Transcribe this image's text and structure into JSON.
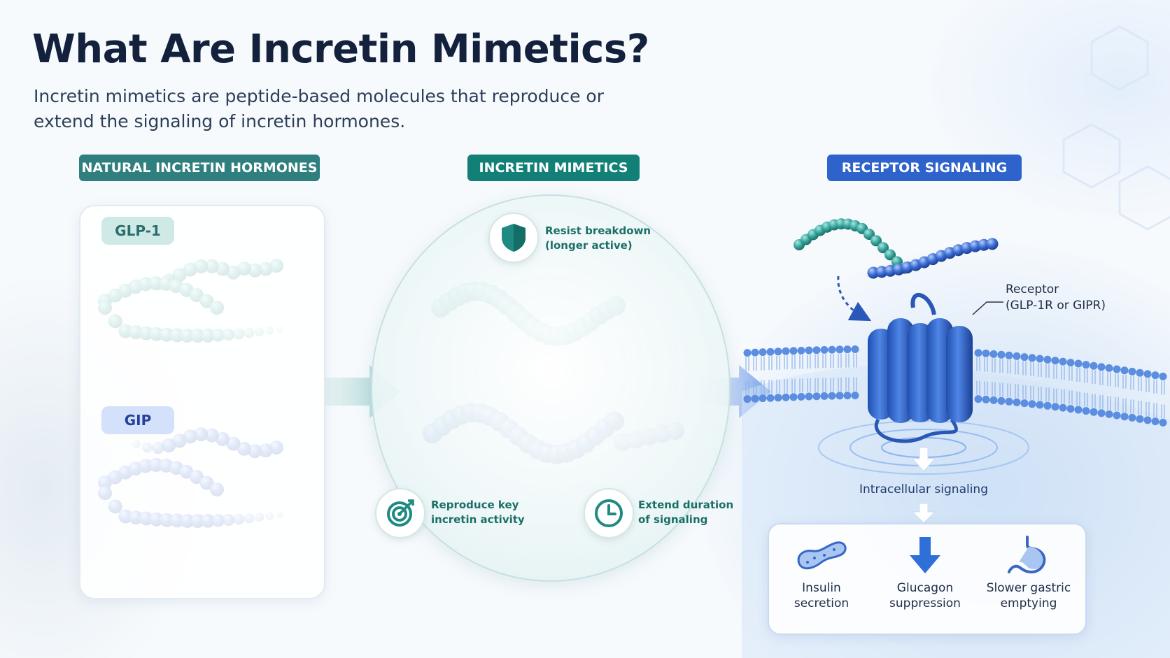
{
  "title": "What Are Incretin Mimetics?",
  "subtitle": "Incretin mimetics are peptide-based molecules that reproduce or extend the signaling of incretin hormones.",
  "sections": {
    "natural": "NATURAL INCRETIN HORMONES",
    "mimetics": "INCRETIN MIMETICS",
    "receptor": "RECEPTOR SIGNALING"
  },
  "hormones": {
    "glp1": "GLP-1",
    "gip": "GIP"
  },
  "features": {
    "resist": [
      "Resist breakdown",
      "(longer active)"
    ],
    "reproduce": [
      "Reproduce key",
      "incretin activity"
    ],
    "extend": [
      "Extend duration",
      "of signaling"
    ]
  },
  "receptor": {
    "label": [
      "Receptor",
      "(GLP-1R or GIPR)"
    ],
    "intracellular": "Intracellular signaling"
  },
  "effects": [
    {
      "lines": [
        "Insulin",
        "secretion"
      ],
      "icon": "pancreas-icon"
    },
    {
      "lines": [
        "Glucagon",
        "suppression"
      ],
      "icon": "down-arrow-icon"
    },
    {
      "lines": [
        "Slower gastric",
        "emptying"
      ],
      "icon": "stomach-icon"
    }
  ],
  "colors": {
    "teal": "#3aa8a0",
    "blue": "#3b6fd6",
    "lavender": "#a7a8dc",
    "title": "#14213d"
  }
}
